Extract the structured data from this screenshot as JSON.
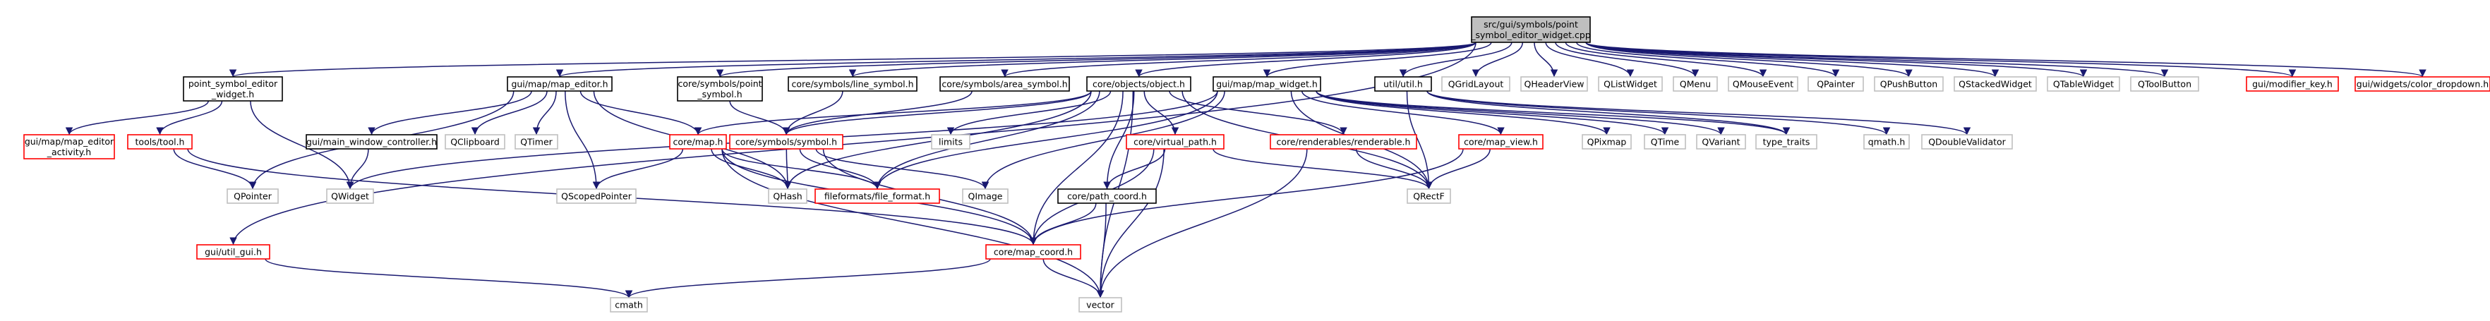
{
  "colors": {
    "edge": "#191970",
    "node_border_default": "#bfbfbf",
    "node_border_documented": "#000000",
    "node_border_truncated": "#ff0000",
    "node_fill_root": "#bfbfbf",
    "node_fill": "#ffffff"
  },
  "nodes": [
    {
      "id": "root",
      "lines": [
        "src/gui/symbols/point",
        "_symbol_editor_widget.cpp"
      ],
      "style": "root"
    },
    {
      "id": "point_symbol_editor_widget_h",
      "lines": [
        "point_symbol_editor",
        "_widget.h"
      ],
      "style": "documented"
    },
    {
      "id": "map_editor_h",
      "lines": [
        "gui/map/map_editor.h"
      ],
      "style": "documented"
    },
    {
      "id": "core_symbols_point_symbol_h",
      "lines": [
        "core/symbols/point",
        "_symbol.h"
      ],
      "style": "documented"
    },
    {
      "id": "line_symbol_h",
      "lines": [
        "core/symbols/line_symbol.h"
      ],
      "style": "documented"
    },
    {
      "id": "area_symbol_h",
      "lines": [
        "core/symbols/area_symbol.h"
      ],
      "style": "documented"
    },
    {
      "id": "object_h",
      "lines": [
        "core/objects/object.h"
      ],
      "style": "documented"
    },
    {
      "id": "map_widget_h",
      "lines": [
        "gui/map/map_widget.h"
      ],
      "style": "documented"
    },
    {
      "id": "util_h",
      "lines": [
        "util/util.h"
      ],
      "style": "documented"
    },
    {
      "id": "QGridLayout",
      "lines": [
        "QGridLayout"
      ],
      "style": "default"
    },
    {
      "id": "QHeaderView",
      "lines": [
        "QHeaderView"
      ],
      "style": "default"
    },
    {
      "id": "QListWidget",
      "lines": [
        "QListWidget"
      ],
      "style": "default"
    },
    {
      "id": "QMenu",
      "lines": [
        "QMenu"
      ],
      "style": "default"
    },
    {
      "id": "QMouseEvent",
      "lines": [
        "QMouseEvent"
      ],
      "style": "default"
    },
    {
      "id": "QPainter",
      "lines": [
        "QPainter"
      ],
      "style": "default"
    },
    {
      "id": "QPushButton",
      "lines": [
        "QPushButton"
      ],
      "style": "default"
    },
    {
      "id": "QStackedWidget",
      "lines": [
        "QStackedWidget"
      ],
      "style": "default"
    },
    {
      "id": "QTableWidget",
      "lines": [
        "QTableWidget"
      ],
      "style": "default"
    },
    {
      "id": "QToolButton",
      "lines": [
        "QToolButton"
      ],
      "style": "default"
    },
    {
      "id": "modifier_key_h",
      "lines": [
        "gui/modifier_key.h"
      ],
      "style": "truncated"
    },
    {
      "id": "color_dropdown_h",
      "lines": [
        "gui/widgets/color_dropdown.h"
      ],
      "style": "truncated"
    },
    {
      "id": "map_editor_activity_h",
      "lines": [
        "gui/map/map_editor",
        "_activity.h"
      ],
      "style": "truncated"
    },
    {
      "id": "tool_h",
      "lines": [
        "tools/tool.h"
      ],
      "style": "truncated"
    },
    {
      "id": "main_window_controller_h",
      "lines": [
        "gui/main_window_controller.h"
      ],
      "style": "documented"
    },
    {
      "id": "QClipboard",
      "lines": [
        "QClipboard"
      ],
      "style": "default"
    },
    {
      "id": "QTimer",
      "lines": [
        "QTimer"
      ],
      "style": "default"
    },
    {
      "id": "core_map_h",
      "lines": [
        "core/map.h"
      ],
      "style": "truncated"
    },
    {
      "id": "core_symbols_symbol_h",
      "lines": [
        "core/symbols/symbol.h"
      ],
      "style": "truncated"
    },
    {
      "id": "limits",
      "lines": [
        "limits"
      ],
      "style": "default"
    },
    {
      "id": "virtual_path_h",
      "lines": [
        "core/virtual_path.h"
      ],
      "style": "truncated"
    },
    {
      "id": "renderable_h",
      "lines": [
        "core/renderables/renderable.h"
      ],
      "style": "truncated"
    },
    {
      "id": "map_view_h",
      "lines": [
        "core/map_view.h"
      ],
      "style": "truncated"
    },
    {
      "id": "QPixmap",
      "lines": [
        "QPixmap"
      ],
      "style": "default"
    },
    {
      "id": "QTime",
      "lines": [
        "QTime"
      ],
      "style": "default"
    },
    {
      "id": "QVariant",
      "lines": [
        "QVariant"
      ],
      "style": "default"
    },
    {
      "id": "type_traits",
      "lines": [
        "type_traits"
      ],
      "style": "default"
    },
    {
      "id": "qmath_h",
      "lines": [
        "qmath.h"
      ],
      "style": "default"
    },
    {
      "id": "QDoubleValidator",
      "lines": [
        "QDoubleValidator"
      ],
      "style": "default"
    },
    {
      "id": "QPointer",
      "lines": [
        "QPointer"
      ],
      "style": "default"
    },
    {
      "id": "QWidget",
      "lines": [
        "QWidget"
      ],
      "style": "default"
    },
    {
      "id": "QScopedPointer",
      "lines": [
        "QScopedPointer"
      ],
      "style": "default"
    },
    {
      "id": "QHash",
      "lines": [
        "QHash"
      ],
      "style": "default"
    },
    {
      "id": "file_format_h",
      "lines": [
        "fileformats/file_format.h"
      ],
      "style": "truncated"
    },
    {
      "id": "QImage",
      "lines": [
        "QImage"
      ],
      "style": "default"
    },
    {
      "id": "path_coord_h",
      "lines": [
        "core/path_coord.h"
      ],
      "style": "documented"
    },
    {
      "id": "QRectF",
      "lines": [
        "QRectF"
      ],
      "style": "default"
    },
    {
      "id": "util_gui_h",
      "lines": [
        "gui/util_gui.h"
      ],
      "style": "truncated"
    },
    {
      "id": "map_coord_h",
      "lines": [
        "core/map_coord.h"
      ],
      "style": "truncated"
    },
    {
      "id": "cmath",
      "lines": [
        "cmath"
      ],
      "style": "default"
    },
    {
      "id": "vector",
      "lines": [
        "vector"
      ],
      "style": "default"
    }
  ],
  "edges": [
    [
      "root",
      "point_symbol_editor_widget_h"
    ],
    [
      "root",
      "map_editor_h"
    ],
    [
      "root",
      "core_symbols_point_symbol_h"
    ],
    [
      "root",
      "line_symbol_h"
    ],
    [
      "root",
      "area_symbol_h"
    ],
    [
      "root",
      "object_h"
    ],
    [
      "root",
      "map_widget_h"
    ],
    [
      "root",
      "util_h"
    ],
    [
      "root",
      "QGridLayout"
    ],
    [
      "root",
      "QHeaderView"
    ],
    [
      "root",
      "QListWidget"
    ],
    [
      "root",
      "QMenu"
    ],
    [
      "root",
      "QMouseEvent"
    ],
    [
      "root",
      "QPainter"
    ],
    [
      "root",
      "QPushButton"
    ],
    [
      "root",
      "QStackedWidget"
    ],
    [
      "root",
      "QTableWidget"
    ],
    [
      "root",
      "QToolButton"
    ],
    [
      "root",
      "modifier_key_h"
    ],
    [
      "root",
      "color_dropdown_h"
    ],
    [
      "root",
      "util_gui_h"
    ],
    [
      "point_symbol_editor_widget_h",
      "map_editor_activity_h"
    ],
    [
      "point_symbol_editor_widget_h",
      "tool_h"
    ],
    [
      "point_symbol_editor_widget_h",
      "QWidget"
    ],
    [
      "map_editor_h",
      "main_window_controller_h"
    ],
    [
      "map_editor_h",
      "QClipboard"
    ],
    [
      "map_editor_h",
      "QTimer"
    ],
    [
      "map_editor_h",
      "core_map_h"
    ],
    [
      "map_editor_h",
      "QPointer"
    ],
    [
      "map_editor_h",
      "QScopedPointer"
    ],
    [
      "map_editor_h",
      "QHash"
    ],
    [
      "core_symbols_point_symbol_h",
      "core_symbols_symbol_h"
    ],
    [
      "line_symbol_h",
      "core_symbols_symbol_h"
    ],
    [
      "area_symbol_h",
      "core_symbols_symbol_h"
    ],
    [
      "object_h",
      "core_map_h"
    ],
    [
      "object_h",
      "core_symbols_symbol_h"
    ],
    [
      "object_h",
      "limits"
    ],
    [
      "object_h",
      "virtual_path_h"
    ],
    [
      "object_h",
      "renderable_h"
    ],
    [
      "object_h",
      "path_coord_h"
    ],
    [
      "object_h",
      "map_coord_h"
    ],
    [
      "object_h",
      "QHash"
    ],
    [
      "object_h",
      "QRectF"
    ],
    [
      "object_h",
      "vector"
    ],
    [
      "object_h",
      "file_format_h"
    ],
    [
      "map_widget_h",
      "map_view_h"
    ],
    [
      "map_widget_h",
      "QPixmap"
    ],
    [
      "map_widget_h",
      "QTime"
    ],
    [
      "map_widget_h",
      "QVariant"
    ],
    [
      "map_widget_h",
      "type_traits"
    ],
    [
      "map_widget_h",
      "QImage"
    ],
    [
      "map_widget_h",
      "QWidget"
    ],
    [
      "map_widget_h",
      "QRectF"
    ],
    [
      "map_widget_h",
      "file_format_h"
    ],
    [
      "util_h",
      "type_traits"
    ],
    [
      "util_h",
      "qmath_h"
    ],
    [
      "util_h",
      "QDoubleValidator"
    ],
    [
      "util_h",
      "QRectF"
    ],
    [
      "tool_h",
      "QPointer"
    ],
    [
      "tool_h",
      "map_coord_h"
    ],
    [
      "main_window_controller_h",
      "QWidget"
    ],
    [
      "core_map_h",
      "QScopedPointer"
    ],
    [
      "core_map_h",
      "QHash"
    ],
    [
      "core_map_h",
      "file_format_h"
    ],
    [
      "core_map_h",
      "map_coord_h"
    ],
    [
      "core_map_h",
      "vector"
    ],
    [
      "core_symbols_symbol_h",
      "QHash"
    ],
    [
      "core_symbols_symbol_h",
      "QImage"
    ],
    [
      "core_symbols_symbol_h",
      "file_format_h"
    ],
    [
      "core_symbols_symbol_h",
      "map_coord_h"
    ],
    [
      "virtual_path_h",
      "path_coord_h"
    ],
    [
      "virtual_path_h",
      "map_coord_h"
    ],
    [
      "virtual_path_h",
      "QRectF"
    ],
    [
      "virtual_path_h",
      "vector"
    ],
    [
      "renderable_h",
      "QRectF"
    ],
    [
      "renderable_h",
      "vector"
    ],
    [
      "map_view_h",
      "QRectF"
    ],
    [
      "map_view_h",
      "map_coord_h"
    ],
    [
      "path_coord_h",
      "map_coord_h"
    ],
    [
      "path_coord_h",
      "vector"
    ],
    [
      "util_gui_h",
      "cmath"
    ],
    [
      "map_coord_h",
      "cmath"
    ],
    [
      "map_coord_h",
      "vector"
    ]
  ]
}
